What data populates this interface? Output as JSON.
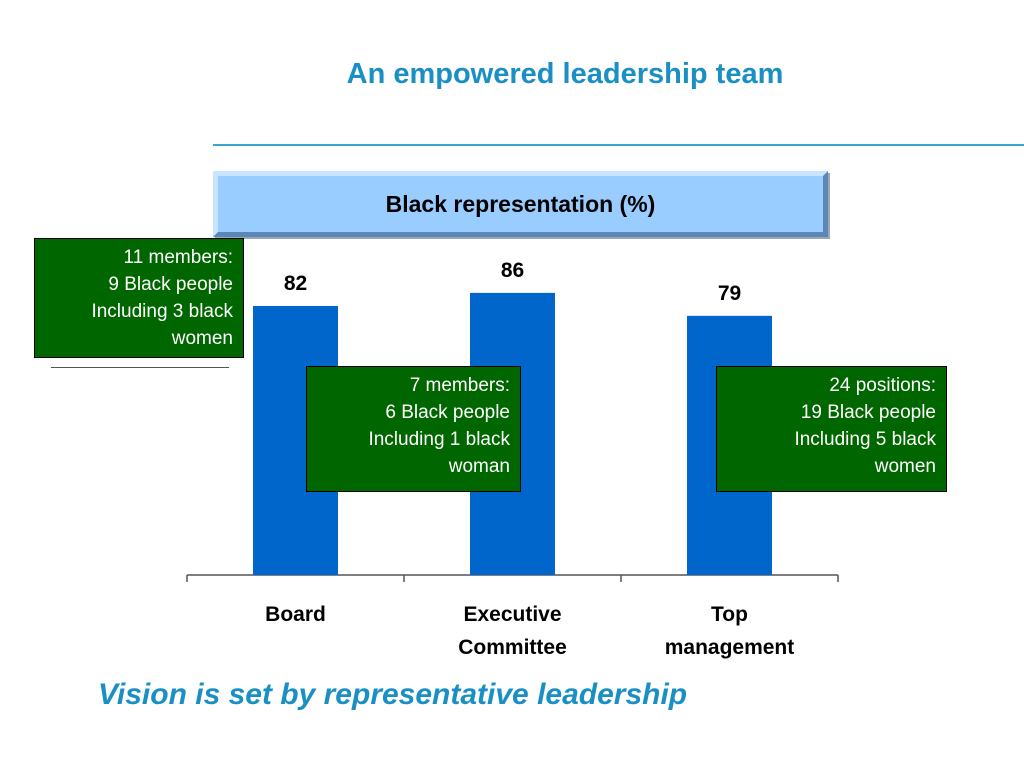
{
  "title": "An empowered leadership team",
  "footer": "Vision is set by representative leadership",
  "colors": {
    "accent": "#1a8fc4",
    "bar": "#0066cc",
    "note": "#006600",
    "header": "#99ccff"
  },
  "chart_data": {
    "type": "bar",
    "title": "Black representation (%)",
    "categories": [
      [
        "Board"
      ],
      [
        "Executive",
        "Committee"
      ],
      [
        "Top",
        "management"
      ]
    ],
    "values": [
      82,
      86,
      79
    ],
    "data_labels": [
      "82",
      "86",
      "79"
    ]
  },
  "notes": [
    {
      "lines": [
        "11 members:",
        "9 Black people",
        "Including 3 black",
        "women"
      ]
    },
    {
      "lines": [
        "7 members:",
        "6 Black people",
        "Including 1 black",
        "woman"
      ]
    },
    {
      "lines": [
        "24 positions:",
        "19 Black people",
        "Including 5 black",
        "women"
      ]
    }
  ]
}
